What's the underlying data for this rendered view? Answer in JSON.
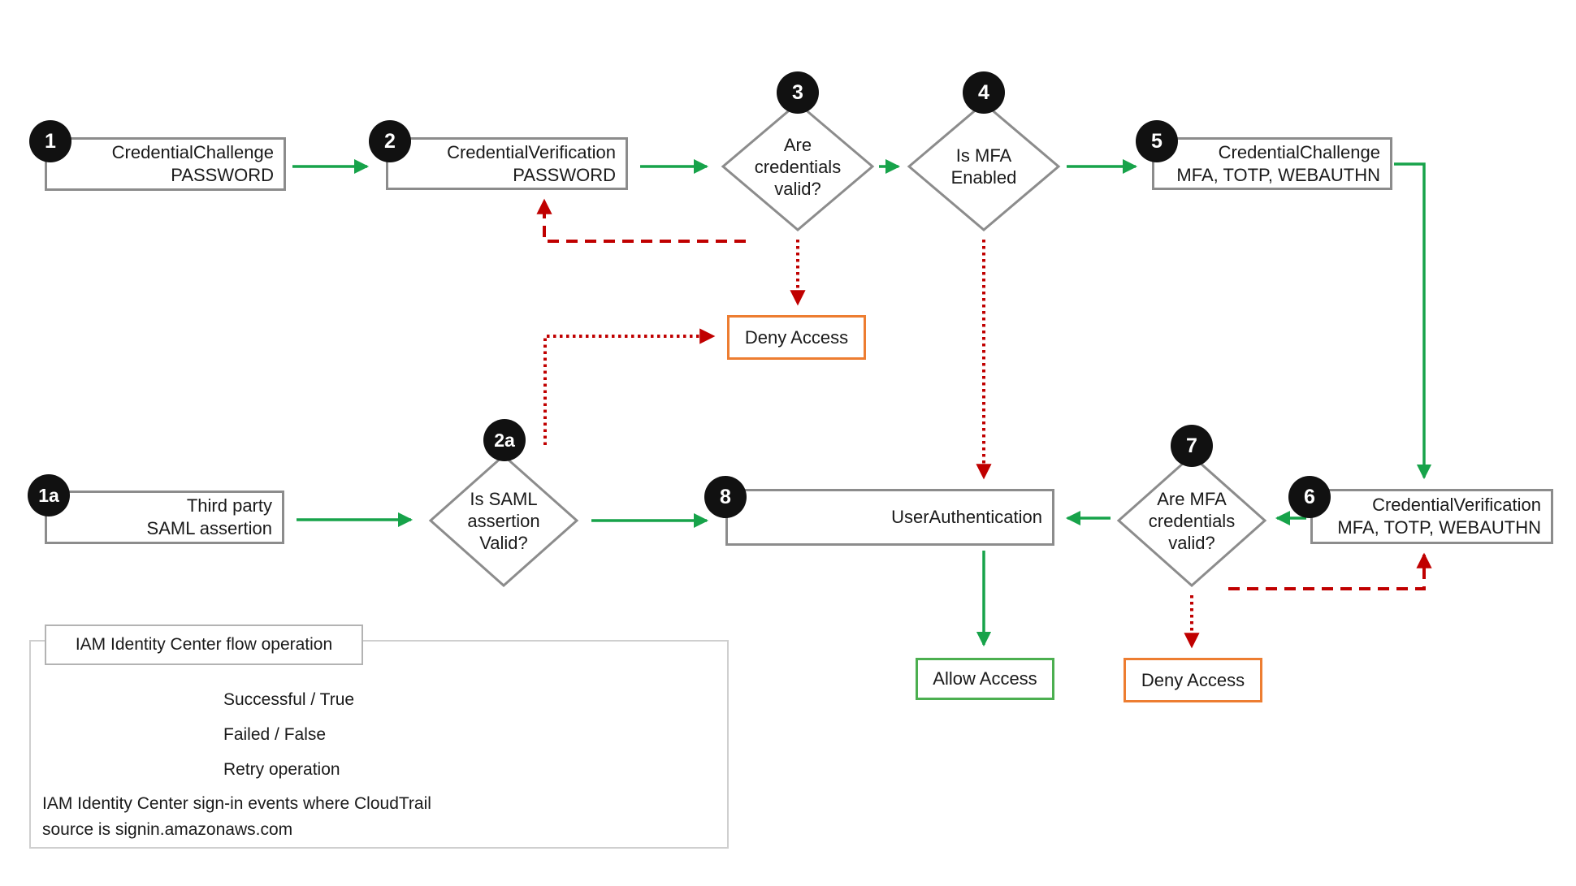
{
  "colors": {
    "success_green": "#17a34a",
    "fail_red": "#c00000",
    "deny_orange": "#ed7d31",
    "allow_green": "#4caf50",
    "box_border_gray": "#8c8c8c",
    "badge_black": "#111111"
  },
  "nodes": {
    "step1": {
      "badge": "1",
      "lines": [
        "CredentialChallenge",
        "PASSWORD"
      ]
    },
    "step2": {
      "badge": "2",
      "lines": [
        "CredentialVerification",
        "PASSWORD"
      ]
    },
    "step3": {
      "badge": "3",
      "lines": [
        "Are",
        "credentials",
        "valid?"
      ]
    },
    "step4": {
      "badge": "4",
      "lines": [
        "Is MFA",
        "Enabled"
      ]
    },
    "step5": {
      "badge": "5",
      "lines": [
        "CredentialChallenge",
        "MFA, TOTP, WEBAUTHN"
      ]
    },
    "step6": {
      "badge": "6",
      "lines": [
        "CredentialVerification",
        "MFA, TOTP, WEBAUTHN"
      ]
    },
    "step7": {
      "badge": "7",
      "lines": [
        "Are MFA",
        "credentials",
        "valid?"
      ]
    },
    "step8": {
      "badge": "8",
      "lines": [
        "UserAuthentication"
      ]
    },
    "step1a": {
      "badge": "1a",
      "lines": [
        "Third party",
        "SAML assertion"
      ]
    },
    "step2a": {
      "badge": "2a",
      "lines": [
        "Is SAML",
        "assertion",
        "Valid?"
      ]
    },
    "deny_access_top": {
      "label": "Deny Access"
    },
    "deny_access_bottom": {
      "label": "Deny Access"
    },
    "allow_access": {
      "label": "Allow Access"
    }
  },
  "legend": {
    "title": "IAM Identity Center flow operation",
    "items": [
      {
        "label": "Successful / True",
        "style": "solid-green"
      },
      {
        "label": "Failed / False",
        "style": "dotted-red"
      },
      {
        "label": "Retry operation",
        "style": "dashed-red"
      }
    ],
    "note_lines": [
      "IAM Identity Center sign-in events where CloudTrail",
      "source is signin.amazonaws.com"
    ]
  }
}
